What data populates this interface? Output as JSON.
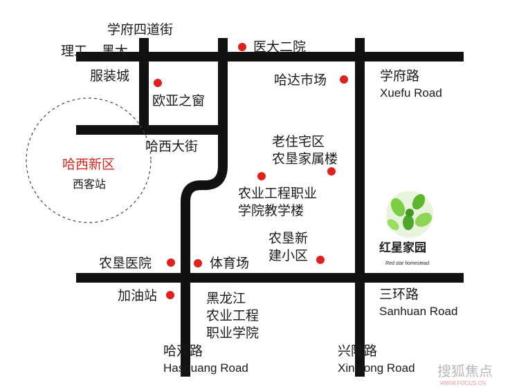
{
  "colors": {
    "road": "#111111",
    "marker": "#e0201c",
    "district": "#d7261e",
    "logo_green": "#6cbf3a"
  },
  "labels": {
    "xuefu_sidao": "学府四道街",
    "ligong": "理工",
    "heida": "黑大",
    "fuzhuangcheng": "服装城",
    "yida_eryuan": "医大二院",
    "hada_shichang": "哈达市场",
    "xuefu_road_cn": "学府路",
    "xuefu_road_en": "Xuefu Road",
    "ouya_zhichuang": "欧亚之窗",
    "haxi_dajie": "哈西大街",
    "haxi_xinqu": "哈西新区",
    "xike_zhan": "西客站",
    "lao_zhuzhaiqu": "老住宅区",
    "nongken_jiashulou": "农垦家属楼",
    "nongye_xueyuan_1": "农业工程职业",
    "nongye_xueyuan_2": "学院教学楼",
    "nongken_xin_1": "农垦新",
    "nongken_xin_2": "建小区",
    "nongken_yiyuan": "农垦医院",
    "tiyuchang": "体育场",
    "jiayouzhan": "加油站",
    "hlj_1": "黑龙江",
    "hlj_2": "农业工程",
    "hlj_3": "职业学院",
    "sanhuan_cn": "三环路",
    "sanhuan_en": "Sanhuan Road",
    "hashuang_cn": "哈双路",
    "hashuang_en": "Hashuang Road",
    "xinglong_cn": "兴隆路",
    "xinglong_en": "Xinglong Road"
  },
  "logo": {
    "name": "红星家园",
    "subtitle": "Red star homestead"
  },
  "watermark": {
    "brand": "搜狐焦点",
    "url": "WWW.FOCUS.CN"
  }
}
